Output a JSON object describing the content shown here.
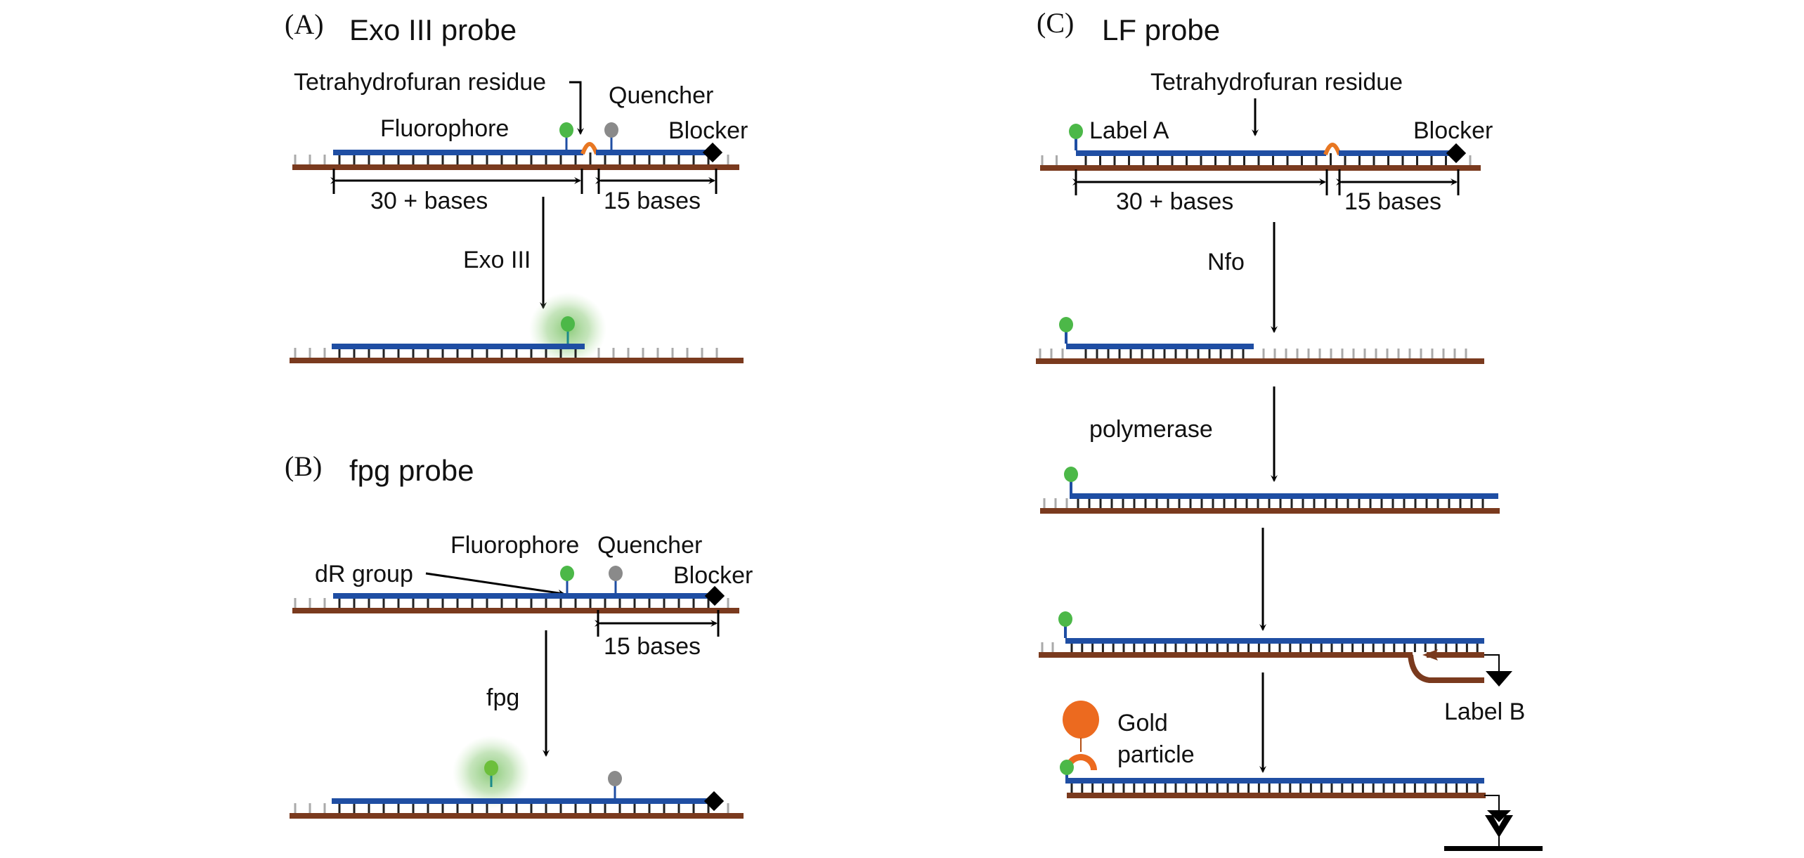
{
  "colors": {
    "template_strand": "#7a3a1e",
    "probe_strand": "#1f4ea3",
    "base_pair": "#222222",
    "unpaired_base": "#aaaaaa",
    "fluorophore": "#4cb848",
    "quencher": "#8a8a8a",
    "thf_residue": "#e87722",
    "gold_particle": "#ec6a1f",
    "glow": "#7ec46a",
    "blocker": "#000000"
  },
  "panels": {
    "a": {
      "letter": "(A)",
      "title": "Exo III probe",
      "labels": {
        "thf": "Tetrahydrofuran residue",
        "quencher": "Quencher",
        "fluorophore": "Fluorophore",
        "blocker": "Blocker",
        "span_long": "30 + bases",
        "span_short": "15 bases",
        "enzyme": "Exo III"
      }
    },
    "b": {
      "letter": "(B)",
      "title": "fpg probe",
      "labels": {
        "fluorophore": "Fluorophore",
        "quencher": "Quencher",
        "dr_group": "dR group",
        "blocker": "Blocker",
        "span_short": "15 bases",
        "enzyme": "fpg"
      }
    },
    "c": {
      "letter": "(C)",
      "title": "LF probe",
      "labels": {
        "thf": "Tetrahydrofuran residue",
        "label_a": "Label A",
        "blocker": "Blocker",
        "span_long": "30 + bases",
        "span_short": "15 bases",
        "enzyme_1": "Nfo",
        "enzyme_2": "polymerase",
        "label_b": "Label B",
        "gold_line1": "Gold",
        "gold_line2": "particle"
      }
    }
  }
}
